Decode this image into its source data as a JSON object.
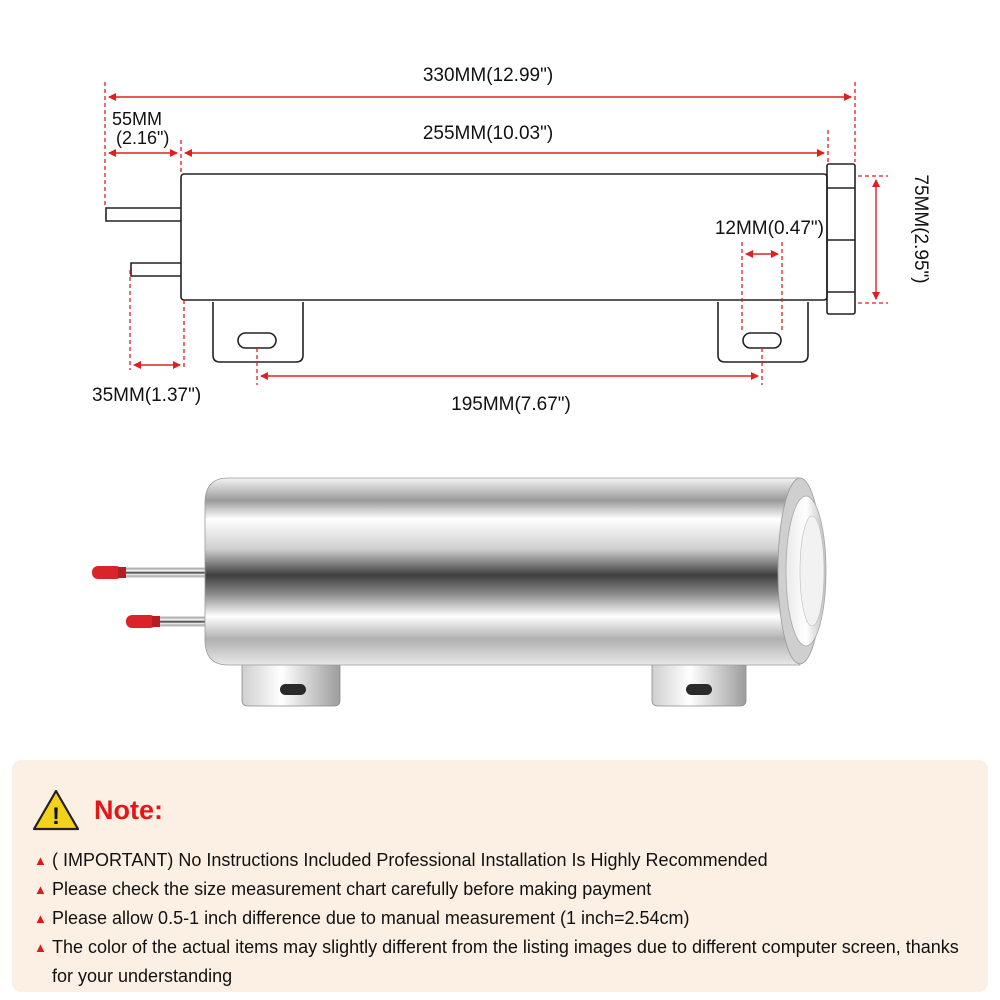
{
  "dimensions": {
    "overall_length": "330MM(12.99\")",
    "body_length": "255MM(10.03\")",
    "pipe_length_mm": "55MM",
    "pipe_length_in": "(2.16\")",
    "hole_width": "12MM(0.47\")",
    "diameter": "75MM(2.95\")",
    "lower_pipe": "35MM(1.37\")",
    "hole_spacing": "195MM(7.67\")"
  },
  "colors": {
    "dimension_line": "#e02020",
    "note_background": "#fcefe3",
    "note_accent": "#e01818",
    "warning_yellow": "#f2d21b"
  },
  "note": {
    "icon": "warning-triangle-icon",
    "icon_glyph": "!",
    "title": "Note:",
    "bullet_icon": "red-triangle-icon",
    "bullet_glyph": "▲",
    "items": [
      "( IMPORTANT) No Instructions Included Professional Installation Is Highly Recommended",
      "Please check the size measurement chart carefully before making payment",
      "Please allow 0.5-1 inch difference due to manual measurement (1 inch=2.54cm)",
      "The color of the actual items may slightly different from the listing images due to different computer screen, thanks for your understanding"
    ]
  }
}
